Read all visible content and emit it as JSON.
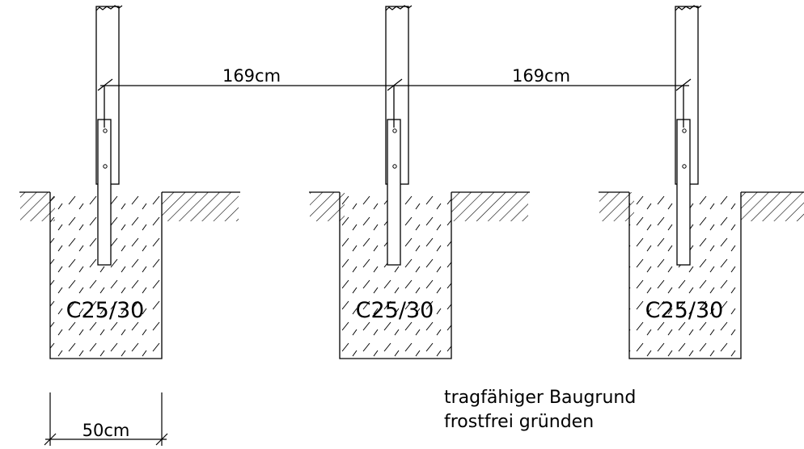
{
  "dimensions": {
    "post_spacing_left": "169cm",
    "post_spacing_right": "169cm",
    "foundation_width": "50cm"
  },
  "foundations": [
    {
      "concrete_class": "C25/30"
    },
    {
      "concrete_class": "C25/30"
    },
    {
      "concrete_class": "C25/30"
    }
  ],
  "notes": {
    "line1": "tragfähiger Baugrund",
    "line2": "frostfrei gründen"
  }
}
